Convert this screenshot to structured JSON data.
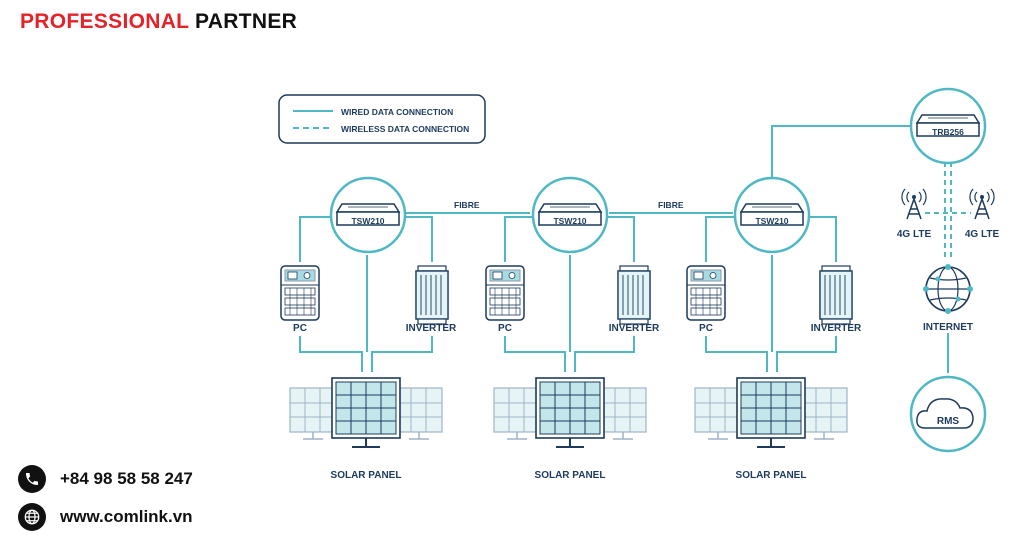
{
  "header": {
    "accent": "PROFESSIONAL",
    "rest": "PARTNER"
  },
  "contact": {
    "phone": "+84 98 58 58 247",
    "website": "www.comlink.vn"
  },
  "legend": {
    "wired": "WIRED DATA CONNECTION",
    "wireless": "WIRELESS DATA CONNECTION"
  },
  "switch_label": "TSW210",
  "router_label": "TRB256",
  "fibre_label": "FIBRE",
  "pc_label": "PC",
  "inverter_label": "INVERTER",
  "solar_label": "SOLAR PANEL",
  "lte_label": "4G LTE",
  "internet_label": "INTERNET",
  "rms_label": "RMS",
  "colors": {
    "line": "#4fb8c4",
    "dark": "#1d3a5c",
    "accent": "#e32329"
  },
  "icons": {
    "phone": "phone-icon",
    "web": "globe-icon"
  }
}
